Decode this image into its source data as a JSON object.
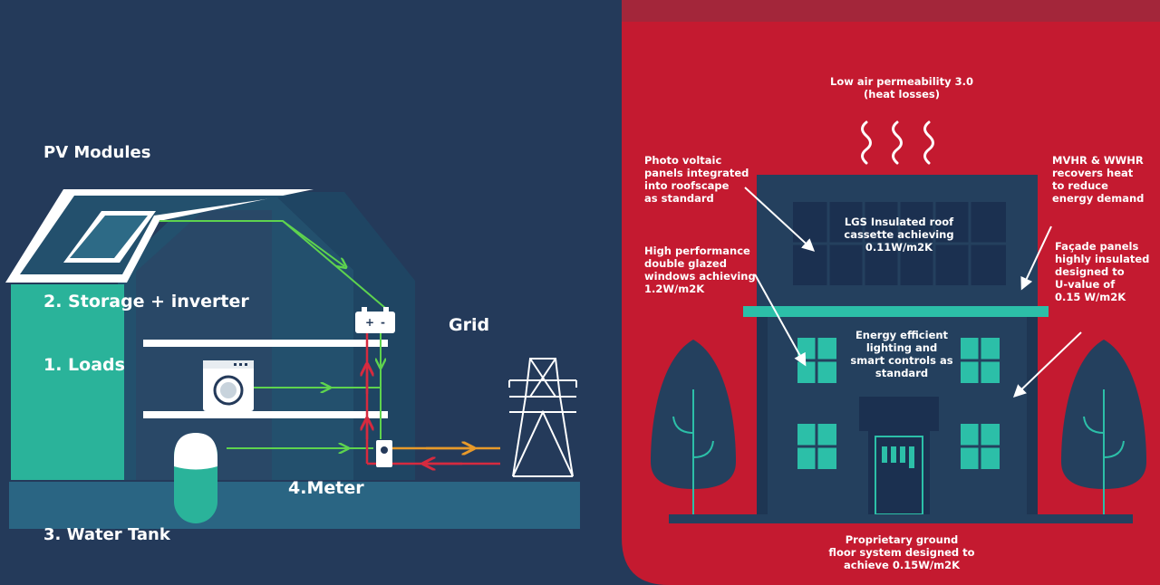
{
  "left_panel": {
    "pv_modules": "PV Modules",
    "storage_inverter": "2. Storage + inverter",
    "loads": "1. Loads",
    "grid": "Grid",
    "meter": "4.Meter",
    "water_tank": "3. Water Tank"
  },
  "right_panel": {
    "air_permeability": "Low air permeability 3.0\n(heat losses)",
    "pv_panels": "Photo voltaic\npanels integrated\ninto roofscape\nas standard",
    "mvhr": "MVHR & WWHR\nrecovers heat\nto reduce\nenergy demand",
    "lgs_roof": "LGS Insulated roof\ncassette achieving\n0.11W/m2K",
    "windows": "High performance\ndouble glazed\nwindows achieving\n1.2W/m2K",
    "facade": "Façade panels\nhighly insulated\ndesigned to\nU-value of\n0.15 W/m2K",
    "lighting": "Energy efficient\nlighting and\nsmart controls as\nstandard",
    "ground_floor": "Proprietary ground\nfloor system designed to\nachieve 0.15W/m2K"
  },
  "colors": {
    "navy": "#243a5a",
    "house_teal": "#23506d",
    "red_panel": "#c41a30",
    "red_top": "#a3263a",
    "accent_teal": "#2cbfa8",
    "flow_green": "#5ed34e",
    "flow_red": "#d62a3f",
    "flow_orange": "#e89a2a"
  }
}
